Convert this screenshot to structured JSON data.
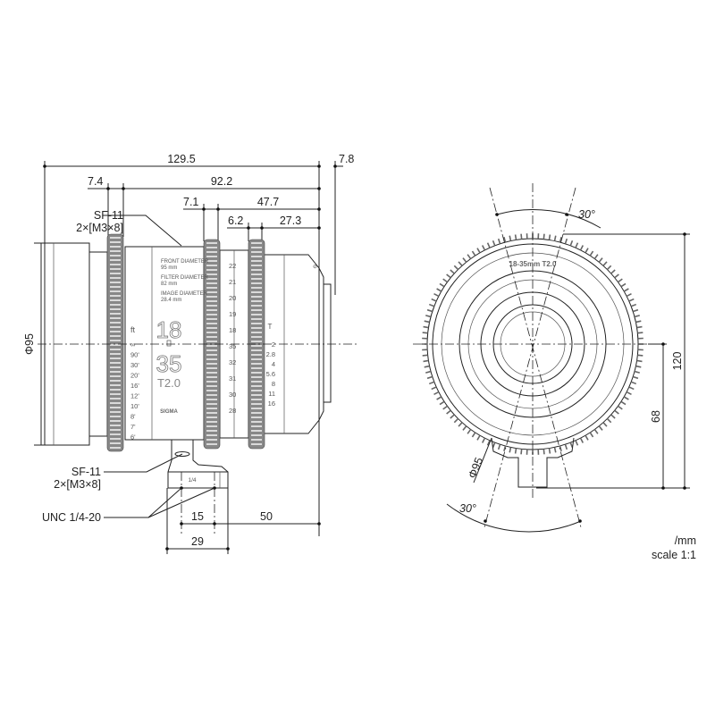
{
  "side_view": {
    "dims": {
      "overall": "129.5",
      "rear": "7.8",
      "focus_ring_width": "7.4",
      "focus_ring_to_mount": "92.2",
      "zoom_ring_width": "7.1",
      "zoom_ring_to_mount": "47.7",
      "iris_ring_width": "6.2",
      "iris_ring_to_mount": "27.3",
      "front_diameter": "Φ95",
      "thread_spacing": "15",
      "support_to_mount": "50",
      "foot_width": "29"
    },
    "callouts": {
      "top_screw": "SF-11",
      "top_screw_spec": "2×[M3×8]",
      "bottom_screw": "SF-11",
      "bottom_screw_spec": "2×[M3×8]",
      "thread": "UNC 1/4-20",
      "foot_mark": "1/4"
    },
    "markings": {
      "front_label": "FRONT DIAMETER",
      "front_value": "95 mm",
      "filter_label": "FILTER DIAMETER",
      "filter_value": "82 mm",
      "image_label": "IMAGE DIAMETER",
      "image_value": "28.4 mm",
      "focal_min": "18",
      "focal_max": "35",
      "tstop": "T2.0",
      "brand": "SIGMA"
    },
    "focus_scale_unit": "ft",
    "focus_scale": [
      "∞",
      "90'",
      "30'",
      "20'",
      "16'",
      "12'",
      "10'",
      "8'",
      "7'",
      "6'"
    ],
    "zoom_scale": [
      "22",
      "21",
      "20",
      "19",
      "18",
      "35",
      "32",
      "31",
      "30",
      "28"
    ],
    "iris_unit": "T",
    "iris_scale": [
      "2",
      "2.8",
      "4",
      "5.6",
      "8",
      "11",
      "16"
    ]
  },
  "front_view": {
    "dims": {
      "height": "120",
      "axis_height": "68",
      "diameter": "Φ95",
      "angle_top": "30°",
      "angle_bottom": "30°"
    },
    "ring_text": "18-35mm T2.0"
  },
  "footer": {
    "unit": "/mm",
    "scale": "scale 1:1"
  }
}
